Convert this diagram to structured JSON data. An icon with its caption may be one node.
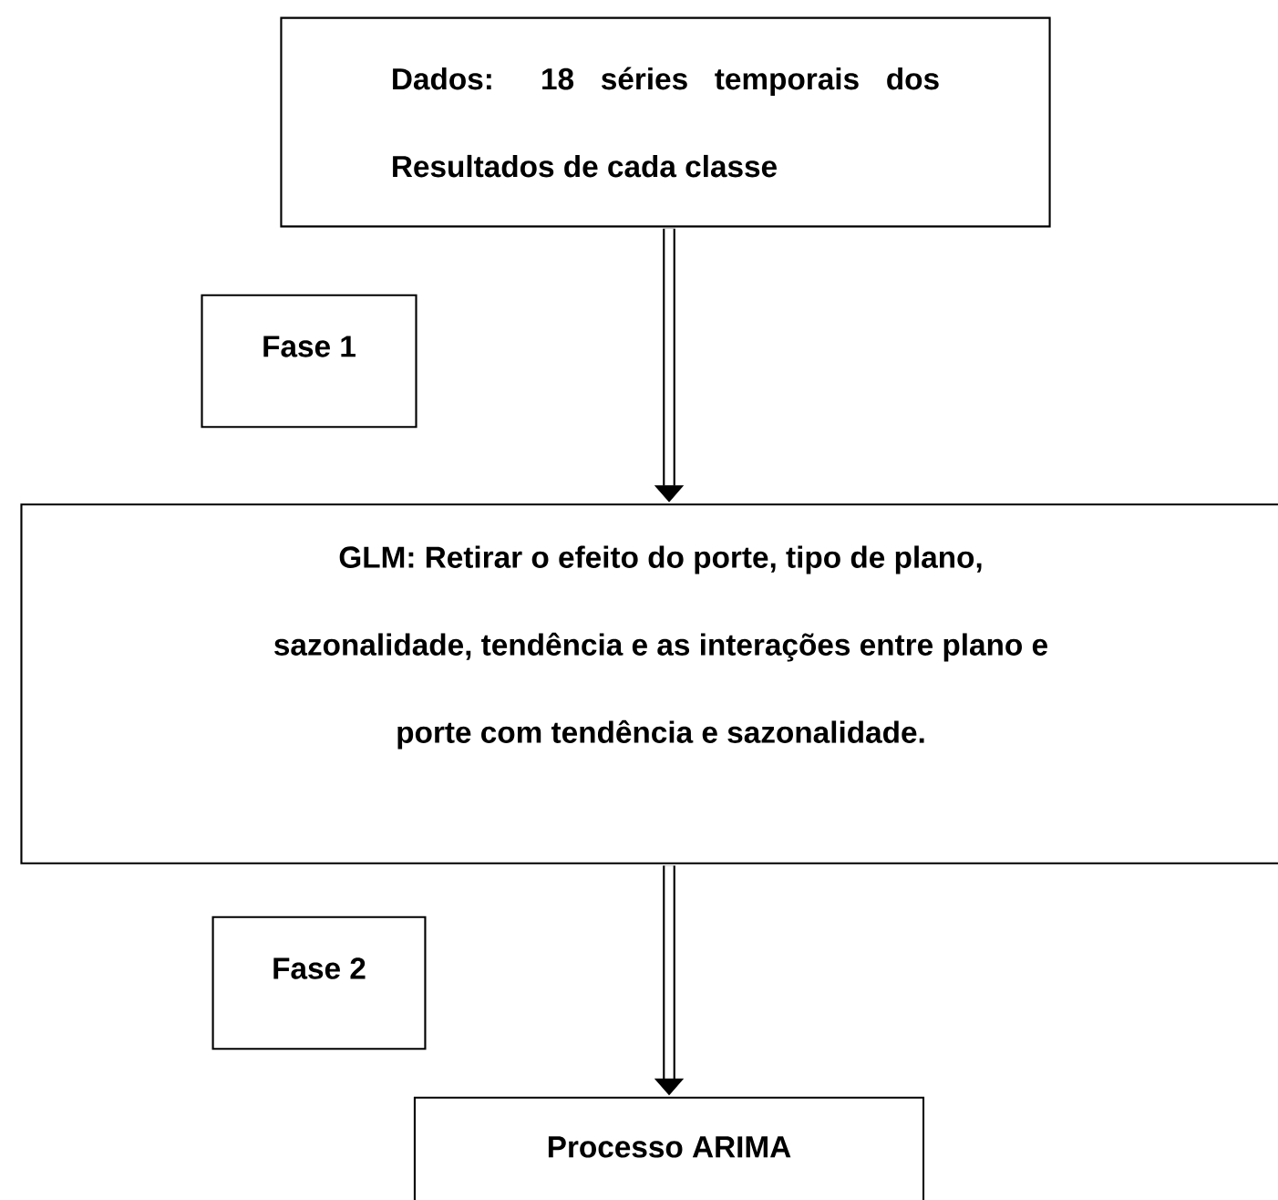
{
  "diagram": {
    "nodes": [
      {
        "text": [
          "Dados: 18 séries temporais dos Resultados de cada classe"
        ]
      },
      {
        "text": [
          "Fase 1"
        ]
      },
      {
        "text": [
          "GLM: Retirar o efeito do porte, tipo de plano, sazonalidade, tendência e as interações entre plano e porte com tendência e sazonalidade."
        ]
      },
      {
        "text": [
          "Fase 2"
        ]
      },
      {
        "text": [
          "Processo ARIMA"
        ]
      }
    ],
    "edges": [
      {
        "from": 0,
        "to": 2,
        "arrow": "to"
      },
      {
        "from": 2,
        "to": 4,
        "arrow": "to"
      }
    ]
  }
}
